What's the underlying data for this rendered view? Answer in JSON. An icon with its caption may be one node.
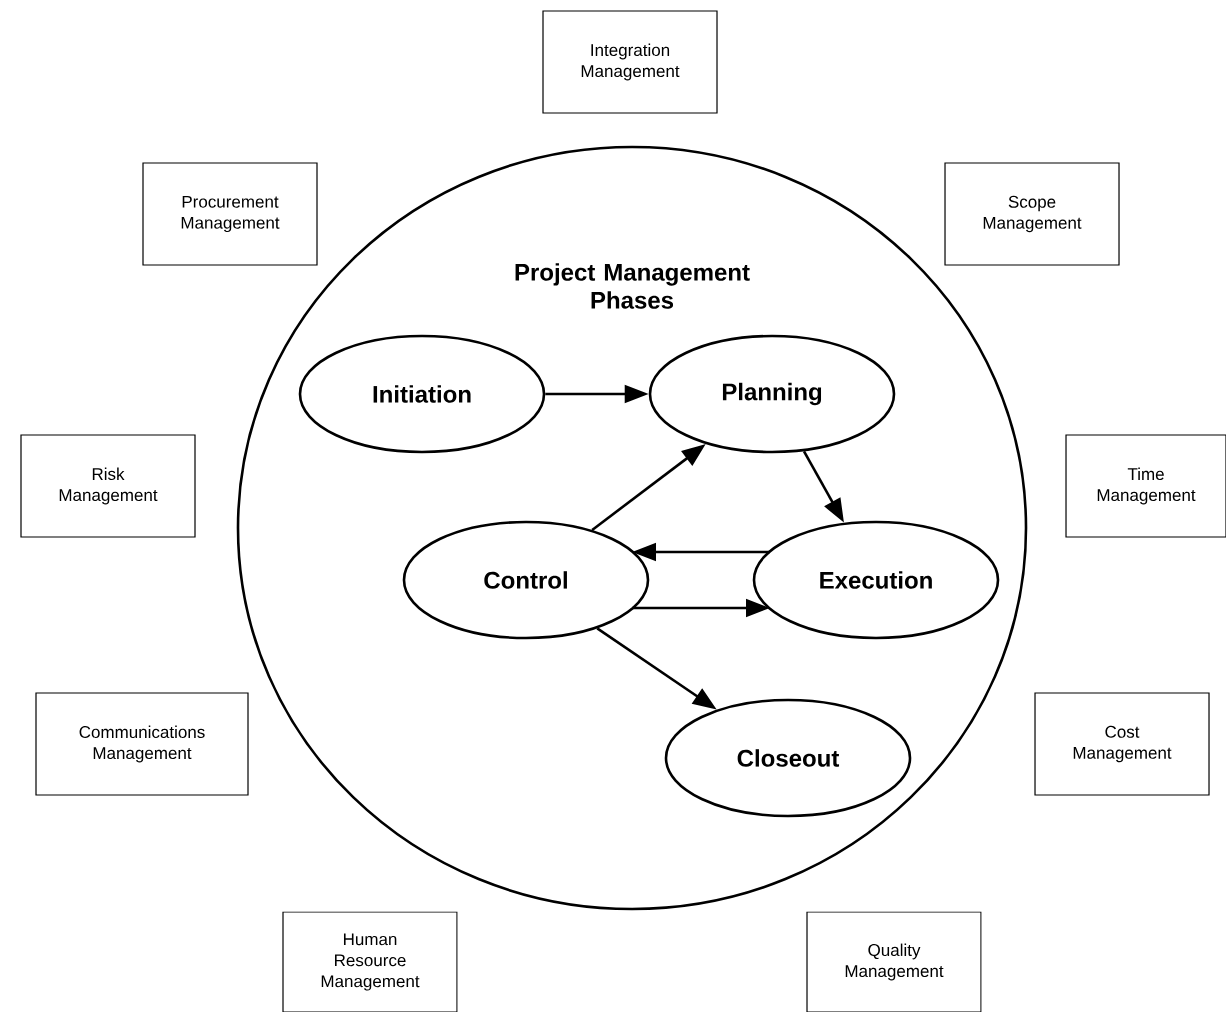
{
  "diagram": {
    "nodes": [
      {
        "text": [
          "Integration Management"
        ]
      },
      {
        "text": [
          "Procurement Management"
        ]
      },
      {
        "text": [
          "Scope Management"
        ]
      },
      {
        "text": [
          "Project Management Phases"
        ]
      },
      {
        "text": [
          "Initiation"
        ],
        "in": 3
      },
      {
        "text": [
          "Planning"
        ],
        "in": 3
      },
      {
        "text": [
          "Control"
        ],
        "in": 3
      },
      {
        "text": [
          "Execution"
        ],
        "in": 3
      },
      {
        "text": [
          "Closeout"
        ],
        "in": 3
      },
      {
        "text": [
          "Risk Management"
        ]
      },
      {
        "text": [
          "Time Management"
        ]
      },
      {
        "text": [
          "Communications Management"
        ]
      },
      {
        "text": [
          "Cost Management"
        ]
      },
      {
        "text": [
          "Human Resource Management"
        ]
      },
      {
        "text": [
          "Quality Management"
        ]
      }
    ],
    "edges": [
      {
        "from": 4,
        "to": 5,
        "arrow": "to"
      },
      {
        "from": 6,
        "to": 5,
        "arrow": "to"
      },
      {
        "from": 5,
        "to": 7,
        "arrow": "to"
      },
      {
        "from": 7,
        "to": 6,
        "arrow": "to"
      },
      {
        "from": 6,
        "to": 7,
        "arrow": "to"
      },
      {
        "from": 6,
        "to": 8,
        "arrow": "to"
      }
    ]
  }
}
